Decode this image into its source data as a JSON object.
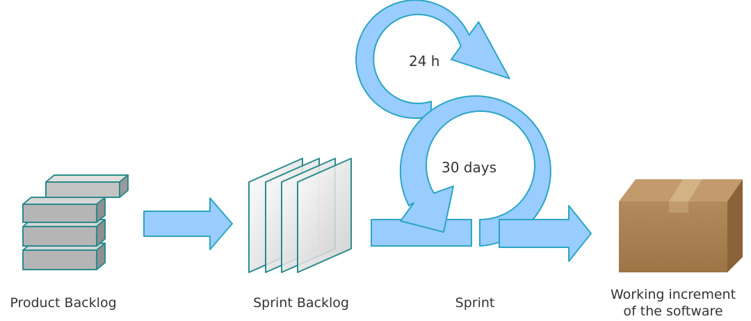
{
  "labels": {
    "product_backlog": "Product Backlog",
    "sprint_backlog": "Sprint Backlog",
    "sprint": "Sprint",
    "increment_line1": "Working increment",
    "increment_line2": "of the software",
    "daily": "24 h",
    "sprint_cycle": "30 days"
  },
  "colors": {
    "flow_fill": "#99ccff",
    "flow_stroke": "#2aa5c2",
    "block_fill": "#b7b7b7",
    "block_stroke": "#2a8a8a",
    "sheet_stroke": "#2a8a8a",
    "box_fill": "#a87d4f",
    "text": "#333333"
  }
}
